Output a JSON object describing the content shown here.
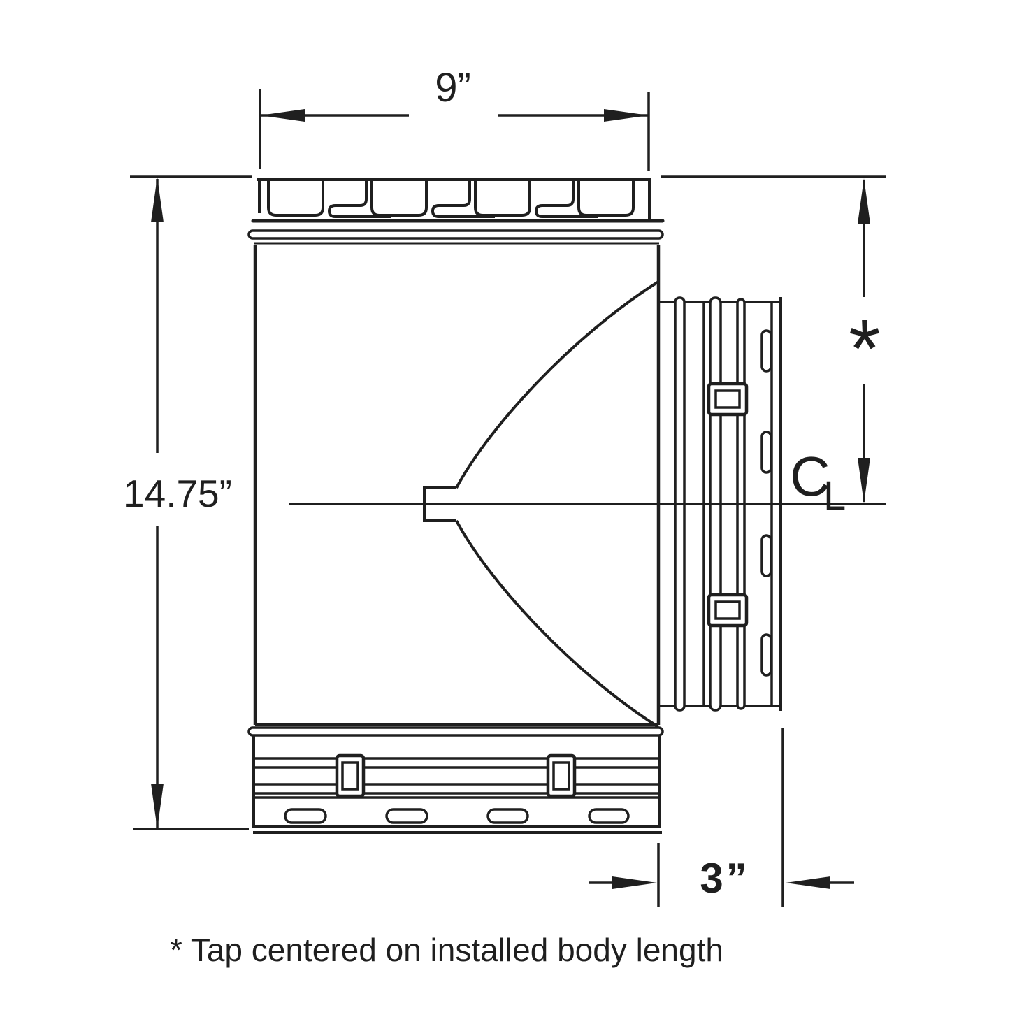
{
  "diagram": {
    "title": "chimney-tee-dimensioned-drawing",
    "line_color": "#1f1f1f",
    "dimensions": {
      "top_width": "9”",
      "overall_height": "14.75”",
      "tap_length": "3”",
      "tap_offset_marker": "*"
    },
    "centerline_symbol": {
      "c": "C",
      "l": "L"
    },
    "footnote": "* Tap centered on installed body length"
  }
}
